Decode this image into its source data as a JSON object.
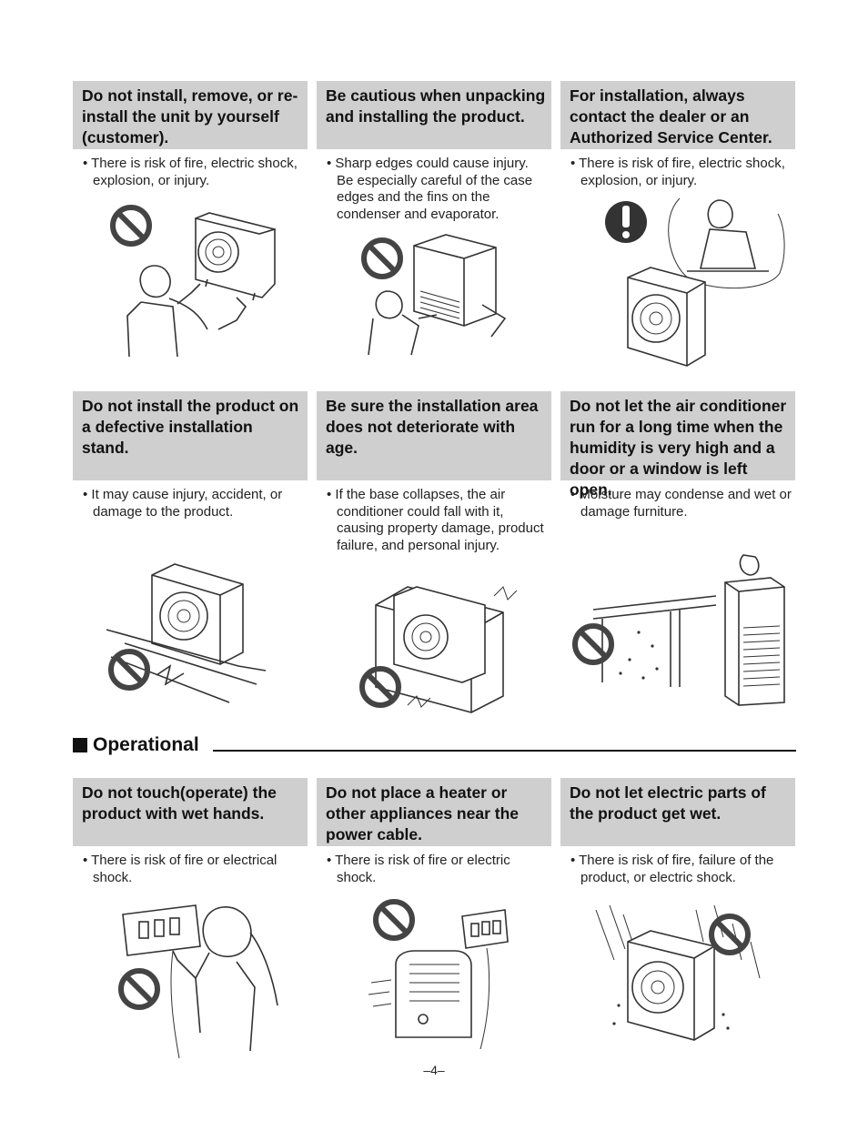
{
  "sections": {
    "installation": [
      {
        "heading": "Do not install, remove, or re-install the unit by yourself (customer).",
        "bullet": "• There is risk of fire, electric shock, explosion, or injury."
      },
      {
        "heading": "Be cautious when unpacking and installing  the product.",
        "bullet": "• Sharp edges could cause injury. Be especially careful of the case edges and the fins on the condenser and evaporator."
      },
      {
        "heading": "For installation, always contact the dealer or an Authorized Service Center.",
        "bullet": "• There is risk of fire, electric shock, explosion, or injury."
      },
      {
        "heading": "Do not install the product on a defective installation stand.",
        "bullet": "• It may cause injury, accident, or damage to the product."
      },
      {
        "heading": "Be sure the installation area does not deteriorate with age.",
        "bullet": "• If the base collapses, the air conditioner could fall with it, causing property damage, product failure, and personal injury."
      },
      {
        "heading": "Do not let the air conditioner run for a long time when the humidity is very high and a door or a window is left open.",
        "bullet": "• Moisture may condense and wet or damage furniture."
      }
    ],
    "operational_title": "Operational",
    "operational": [
      {
        "heading": "Do not touch(operate) the product with wet hands.",
        "bullet": "• There is risk of fire or electrical shock."
      },
      {
        "heading": "Do not place a heater or other appliances near the power cable.",
        "bullet": "• There is risk of fire or electric shock."
      },
      {
        "heading": "Do not let electric parts of the product get wet.",
        "bullet": "• There is risk of fire, failure of the product, or electric shock."
      }
    ]
  },
  "page_number": "–4–",
  "icons": [
    "prohibition-icon",
    "exclamation-icon"
  ],
  "colors": {
    "header_bg": "#cfcfcf",
    "text": "#1a1a1a"
  }
}
